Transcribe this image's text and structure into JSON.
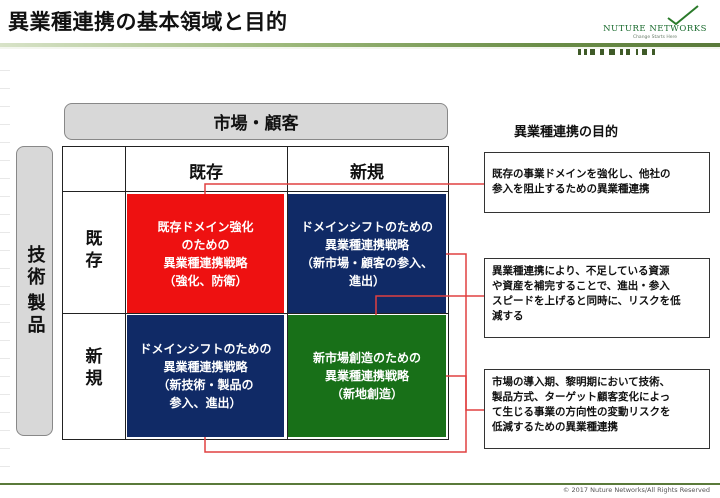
{
  "page": {
    "title": "異業種連携の基本領域と目的"
  },
  "logo": {
    "name": "NUTURE NETWORKS",
    "tagline": "Change Starts Here"
  },
  "matrix": {
    "column_axis": "市場・顧客",
    "row_axis_line1": "技術",
    "row_axis_line2": "製品",
    "col_existing": "既存",
    "col_new": "新規",
    "row_existing": "既\n存",
    "row_new": "新\n規",
    "quadrants": {
      "existing_existing": "既存ドメイン強化\nのための\n異業種連携戦略\n（強化、防衛）",
      "existing_new": "ドメインシフトのための\n異業種連携戦略\n（新市場・顧客の参入、\n進出）",
      "new_existing": "ドメインシフトのための\n異業種連携戦略\n（新技術・製品の\n参入、進出）",
      "new_new": "新市場創造のための\n異業種連携戦略\n（新地創造）"
    },
    "colors": {
      "red": "#ee1111",
      "navy": "#102a66",
      "green": "#187018",
      "connector": "#e04040"
    }
  },
  "purpose": {
    "title": "異業種連携の目的",
    "items": [
      "既存の事業ドメインを強化し、他社の\n参入を阻止するための異業種連携",
      "異業種連携により、不足している資源\nや資産を補完することで、進出・参入\nスピードを上げると同時に、リスクを低\n減する",
      "市場の導入期、黎明期において技術、\n製品方式、ターゲット顧客変化によっ\nて生じる事業の方向性の変動リスクを\n低減するための異業種連携"
    ]
  },
  "footer": {
    "copyright": "© 2017 Nuture Networks/All Rights Reserved"
  }
}
